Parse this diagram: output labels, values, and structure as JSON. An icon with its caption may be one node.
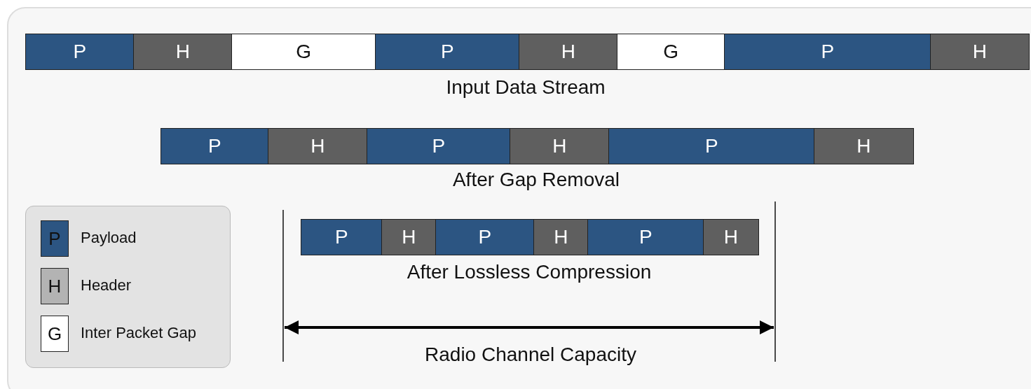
{
  "diagram": {
    "nodes": [
      {
        "text": [
          "P"
        ]
      },
      {
        "text": [
          "H"
        ]
      },
      {
        "text": [
          "G"
        ]
      },
      {
        "text": [
          "P"
        ]
      },
      {
        "text": [
          "H"
        ]
      },
      {
        "text": [
          "G"
        ]
      },
      {
        "text": [
          "P"
        ]
      },
      {
        "text": [
          "H"
        ]
      },
      {
        "text": [
          "P"
        ]
      },
      {
        "text": [
          "H"
        ]
      },
      {
        "text": [
          "P"
        ]
      },
      {
        "text": [
          "H"
        ]
      },
      {
        "text": [
          "P"
        ]
      },
      {
        "text": [
          "H"
        ]
      },
      {
        "text": [
          "P"
        ]
      },
      {
        "text": [
          "H"
        ]
      },
      {
        "text": [
          "P"
        ]
      },
      {
        "text": [
          "H"
        ]
      },
      {
        "text": [
          "P"
        ]
      },
      {
        "text": [
          "H"
        ]
      }
    ],
    "edges": [],
    "labels": [
      "Input Data Stream",
      "After Gap Removal",
      "P",
      "H",
      "G",
      "After Lossless Compression",
      "Radio Channel Capacity"
    ],
    "legend": [
      {
        "text": "Payload",
        "color": "#2c5582"
      },
      {
        "text": "Header",
        "color": "#b3b3b3"
      },
      {
        "text": "Inter Packet Gap",
        "color": "#ffffff"
      }
    ]
  }
}
